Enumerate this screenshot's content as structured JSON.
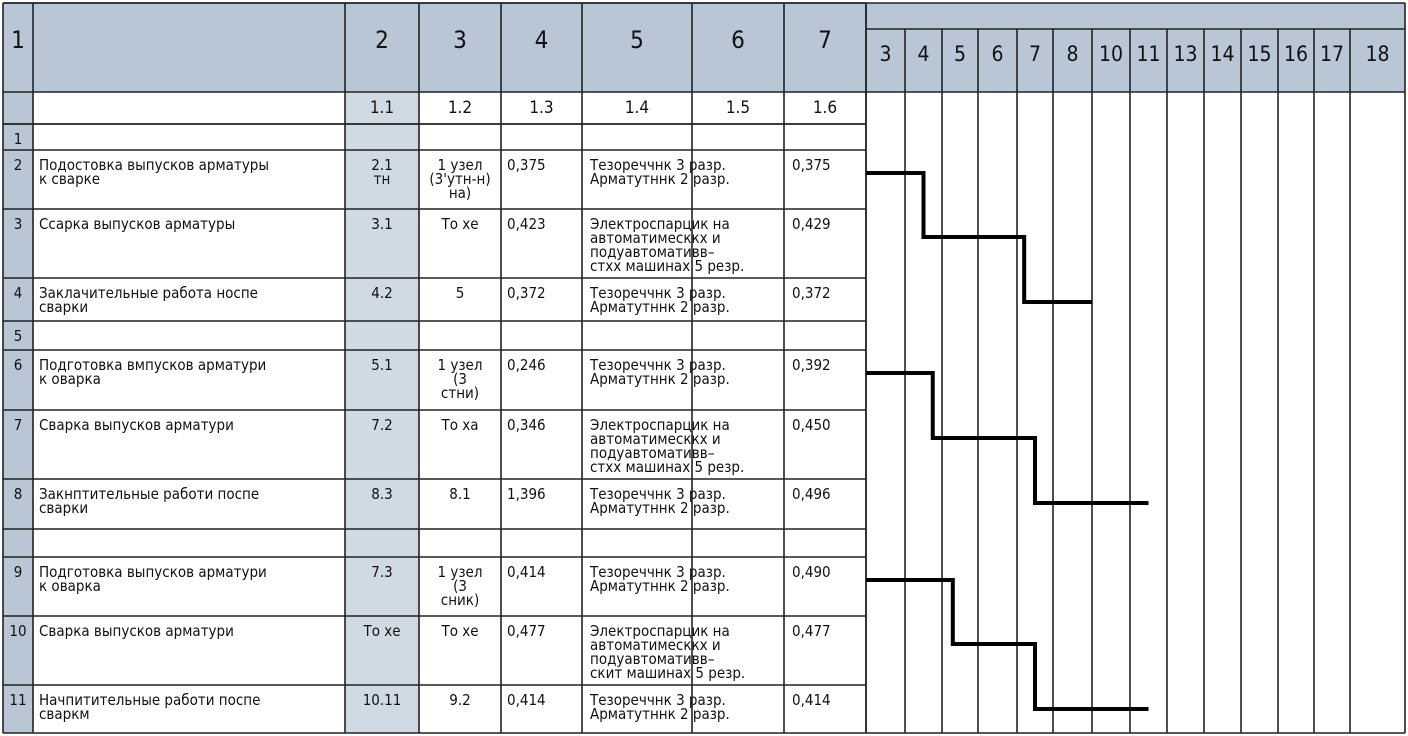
{
  "table": {
    "header": [
      "1",
      "2",
      "3",
      "4",
      "5",
      "6",
      "7"
    ],
    "subheader": [
      "1.1",
      "1.2",
      "1.3",
      "1.4",
      "1.5",
      "1.6"
    ],
    "rows": [
      {
        "num": "1",
        "name": "",
        "c2": "",
        "c3": "",
        "c4": "",
        "c5": "",
        "c7": ""
      },
      {
        "num": "2",
        "name": "Подостовка выпусков арматуры\nк сварке",
        "c2": "2.1\nтн",
        "c3": "1 узел\n(3'утн-н)\nна)",
        "c4": "0,375",
        "c5": "Тезореччнк 3 разр.\nАрматутннк 2 разр.",
        "c7": "0,375"
      },
      {
        "num": "3",
        "name": "Ссарка выпусков арматуры",
        "c2": "3.1",
        "c3": "То хе",
        "c4": "0,423",
        "c5": "Электроспарцик на\nавтоматимесккх и\nподуавтомативв–\nстхх машинах 5 резр.",
        "c7": "0,429"
      },
      {
        "num": "4",
        "name": "Заклачительные работа носпе\nсварки",
        "c2": "4.2",
        "c3": "5",
        "c4": "0,372",
        "c5": "Тезореччнк 3 разр.\nАрматутннк 2 разр.",
        "c7": "0,372"
      },
      {
        "num": "5",
        "name": "",
        "c2": "",
        "c3": "",
        "c4": "",
        "c5": "",
        "c7": ""
      },
      {
        "num": "6",
        "name": "Подготовка вмпусков арматури\nк оварка",
        "c2": "5.1",
        "c3": "1 узел\n(3\nстни)",
        "c4": "0,246",
        "c5": "Тезореччнк 3 разр.\nАрматутннк 2 разр.",
        "c7": "0,392"
      },
      {
        "num": "7",
        "name": "Сварка выпусков арматури",
        "c2": "7.2",
        "c3": "То ха",
        "c4": "0,346",
        "c5": "Электроспарцик на\nавтоматимесккх и\nподуавтомативв–\nстхх машинах 5 резр.",
        "c7": "0,450"
      },
      {
        "num": "8",
        "name": "Закнптительные работи поспе\nсварки",
        "c2": "8.3",
        "c3": "8.1",
        "c4": "1,396",
        "c5": "Тезореччнк 3 разр.\nАрматутннк 2 разр.",
        "c7": "0,496"
      },
      {
        "num": "",
        "name": "",
        "c2": "",
        "c3": "",
        "c4": "",
        "c5": "",
        "c7": ""
      },
      {
        "num": "9",
        "name": "Подготовка выпусков арматури\nк оварка",
        "c2": "7.3",
        "c3": "1 узел\n(3\nсник)",
        "c4": "0,414",
        "c5": "Тезореччнк 3 разр.\nАрматутннк 2 разр.",
        "c7": "0,490"
      },
      {
        "num": "10",
        "name": "Сварка выпусков арматури",
        "c2": "То хе",
        "c3": "То хе",
        "c4": "0,477",
        "c5": "Электроспарцик на\nавтоматимесккх и\nподуавтомативв–\nскит машинах 5 резр.",
        "c7": "0,477"
      },
      {
        "num": "11",
        "name": "Начпититeльные работи поспе\nсваркм",
        "c2": "10.11",
        "c3": "9.2",
        "c4": "0,414",
        "c5": "Тезореччнк 3 разр.\nАрматутннк 2 разр.",
        "c7": "0,414"
      }
    ]
  },
  "gantt": {
    "columns": [
      "3",
      "4",
      "5",
      "6",
      "7",
      "8",
      "10",
      "11",
      "13",
      "14",
      "15",
      "16",
      "17",
      "18"
    ],
    "steps": [
      {
        "start": 0,
        "change1": 1.5,
        "change2": 4.2,
        "end": 6
      },
      {
        "start": 0,
        "change1": 1.75,
        "change2": 4.5,
        "end": 7.5
      },
      {
        "start": 0,
        "change1": 2.3,
        "change2": 4.5,
        "end": 7.5
      }
    ]
  },
  "colors": {
    "header": "#b8c6d5",
    "band": "#cfdae4",
    "line": "#222222",
    "bar": "#000000"
  }
}
